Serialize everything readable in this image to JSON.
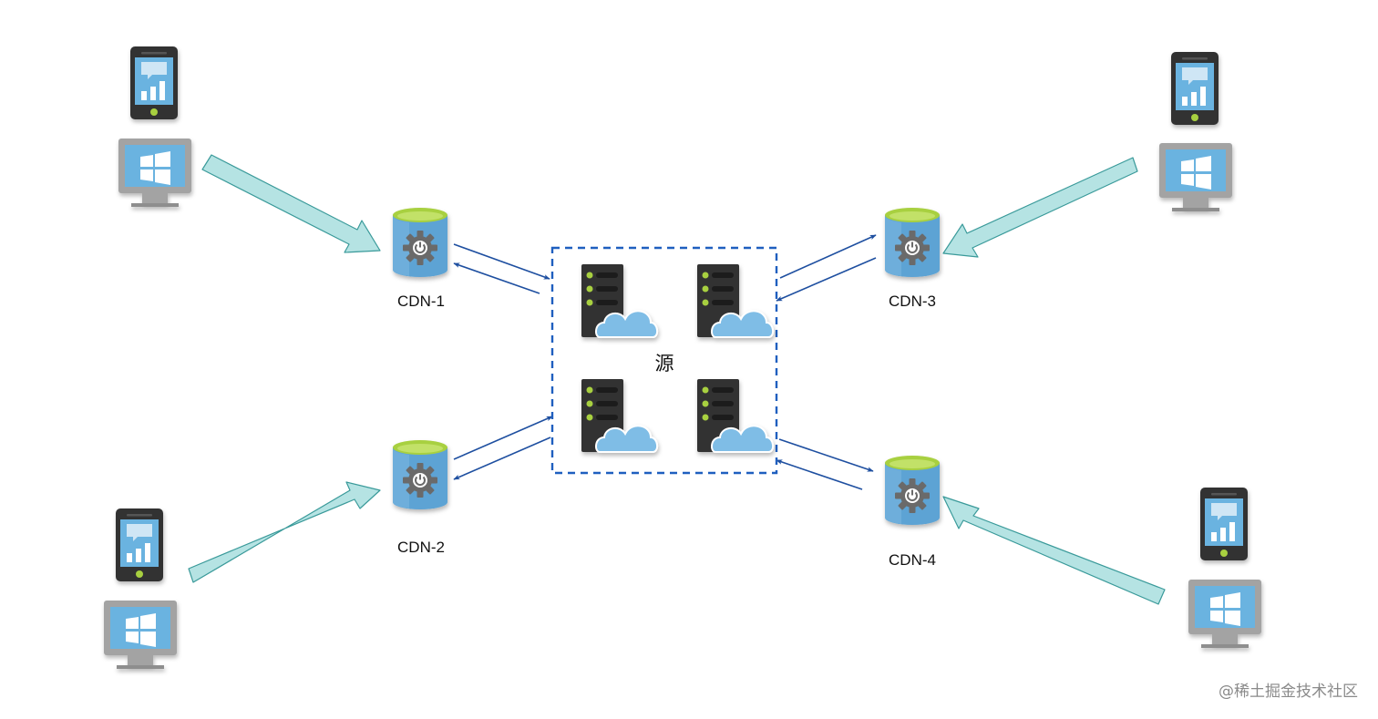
{
  "diagram": {
    "cdn_nodes": [
      {
        "id": "cdn-1",
        "label": "CDN-1"
      },
      {
        "id": "cdn-2",
        "label": "CDN-2"
      },
      {
        "id": "cdn-3",
        "label": "CDN-3"
      },
      {
        "id": "cdn-4",
        "label": "CDN-4"
      }
    ],
    "origin": {
      "label": "源",
      "server_count": 4
    },
    "client_groups": [
      {
        "id": "clients-top-left",
        "devices": [
          "phone-icon",
          "windows-monitor-icon"
        ],
        "target": "cdn-1"
      },
      {
        "id": "clients-bottom-left",
        "devices": [
          "phone-icon",
          "windows-monitor-icon"
        ],
        "target": "cdn-2"
      },
      {
        "id": "clients-top-right",
        "devices": [
          "phone-icon",
          "windows-monitor-icon"
        ],
        "target": "cdn-3"
      },
      {
        "id": "clients-bottom-right",
        "devices": [
          "phone-icon",
          "windows-monitor-icon"
        ],
        "target": "cdn-4"
      }
    ],
    "colors": {
      "cylinder_body": "#5da3d4",
      "cylinder_top": "#a8d040",
      "gear": "#6a6a6a",
      "big_arrow_fill": "#b5e3e3",
      "big_arrow_stroke": "#3a9a9a",
      "thin_arrow": "#1e4fa0",
      "dashed_box": "#1f5fbf",
      "server_body": "#333333",
      "server_led": "#a8d040",
      "cloud": "#7fbde6",
      "device_screen": "#6ab3e0",
      "monitor_frame": "#a3a3a3"
    }
  },
  "watermark": "@稀土掘金技术社区"
}
